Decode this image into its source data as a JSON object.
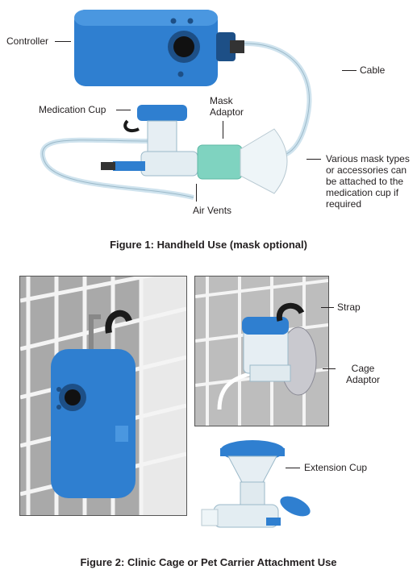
{
  "figure1": {
    "caption": "Figure 1: Handheld Use (mask optional)",
    "labels": {
      "controller": "Controller",
      "cable": "Cable",
      "medication_cup": "Medication Cup",
      "mask_adaptor": "Mask Adaptor",
      "air_vents": "Air Vents",
      "note": "Various mask types or accessories can be attached to the medication cup if required"
    }
  },
  "figure2": {
    "caption": "Figure 2: Clinic Cage or Pet Carrier Attachment Use",
    "labels": {
      "strap": "Strap",
      "cage_adaptor": "Cage Adaptor",
      "extension_cup": "Extension Cup"
    }
  },
  "colors": {
    "device_blue": "#2f7fd0",
    "tube_clear": "#d8ecf4",
    "mask_green": "#7fd3c0",
    "strap_black": "#1a1a1a",
    "cage_wall": "#9a9a9a"
  }
}
